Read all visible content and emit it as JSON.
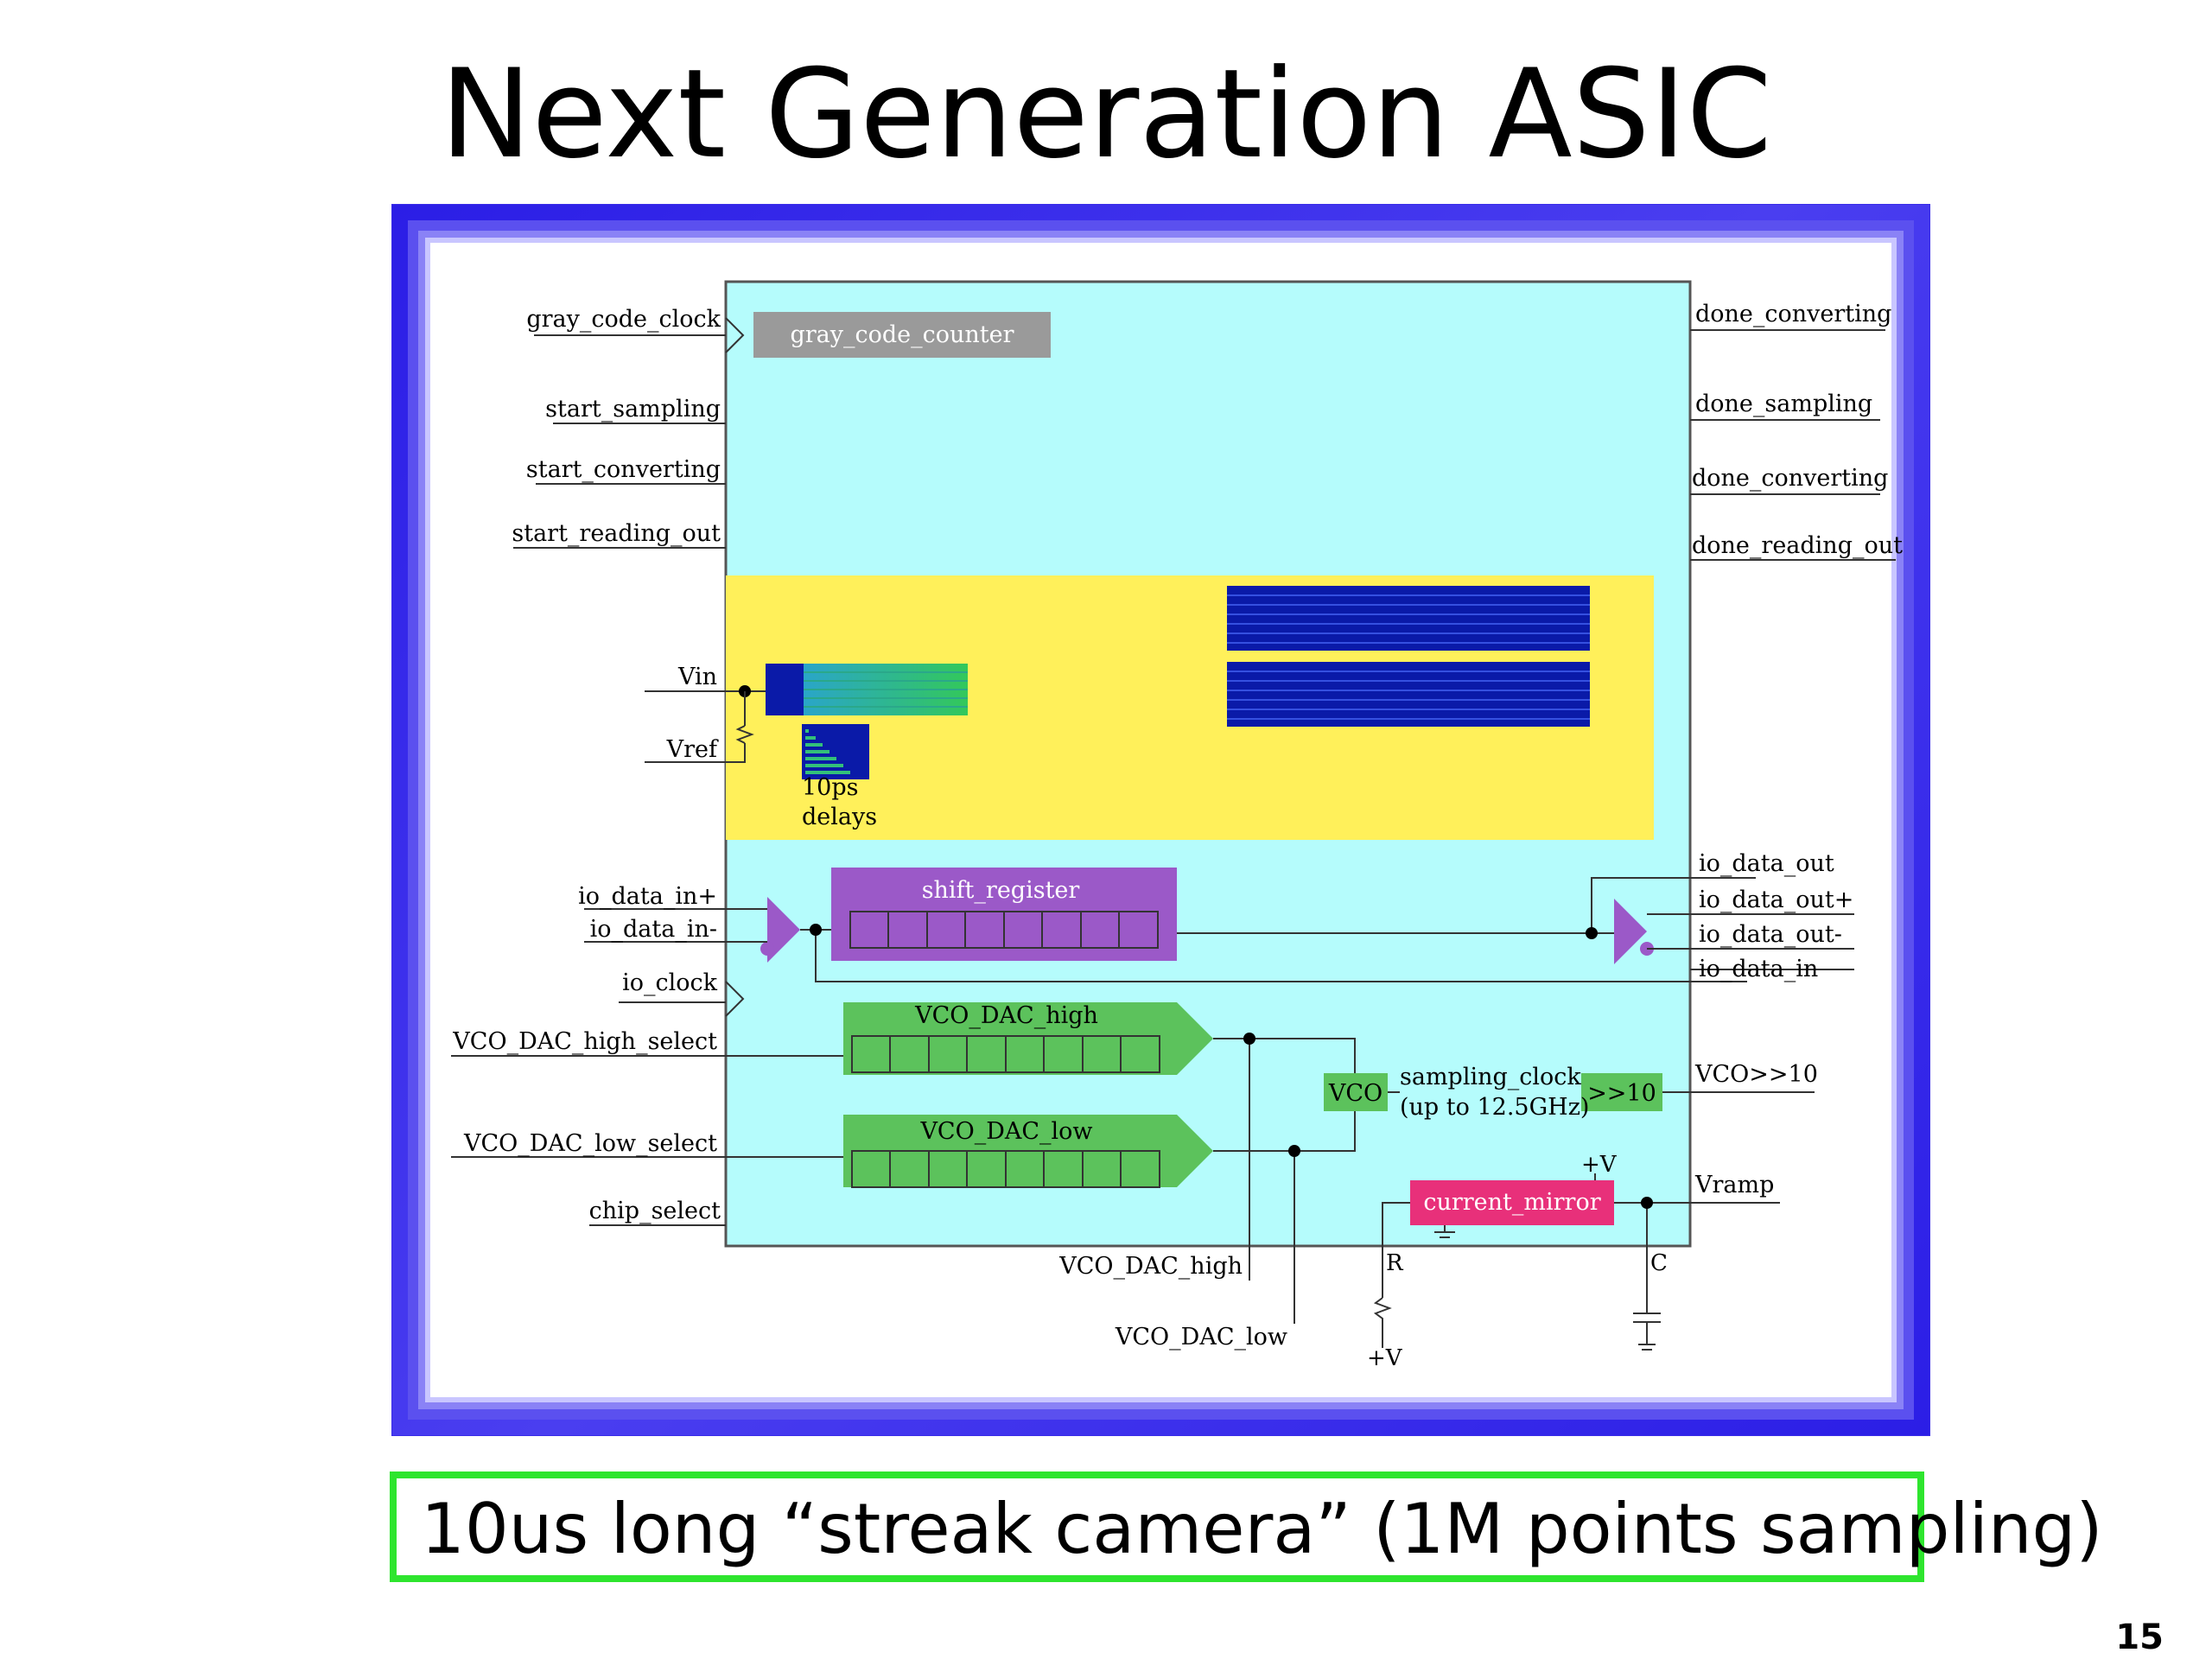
{
  "slide": {
    "title": "Next Generation ASIC",
    "caption": "10us long “streak camera” (1M points sampling)",
    "page_number": "15"
  },
  "diagram": {
    "blocks": {
      "gray_code_counter": "gray_code_counter",
      "shift_register": "shift_register",
      "vco_dac_high": "VCO_DAC_high",
      "vco_dac_low": "VCO_DAC_low",
      "vco": "VCO",
      "divider": ">>10",
      "current_mirror": "current_mirror",
      "delays_line1": "10ps",
      "delays_line2": "delays"
    },
    "left_signals": {
      "gray_code_clock": "gray_code_clock",
      "start_sampling": "start_sampling",
      "start_converting": "start_converting",
      "start_reading_out": "start_reading_out",
      "vin": "Vin",
      "vref": "Vref",
      "io_data_in_plus": "io_data_in+",
      "io_data_in_minus": "io_data_in-",
      "io_clock": "io_clock",
      "vco_dac_high_select": "VCO_DAC_high_select",
      "vco_dac_low_select": "VCO_DAC_low_select",
      "chip_select": "chip_select"
    },
    "right_signals": {
      "done_converting_1": "done_converting",
      "done_sampling": "done_sampling",
      "done_converting_2": "done_converting",
      "done_reading_out": "done_reading_out",
      "io_data_out": "io_data_out",
      "io_data_out_plus": "io_data_out+",
      "io_data_out_minus": "io_data_out-",
      "io_data_in": "io_data_in",
      "vco_div": "VCO>>10",
      "vramp": "Vramp"
    },
    "inner_labels": {
      "sampling_clock": "sampling_clock",
      "sampling_clock_note": "(up to 12.5GHz)",
      "plus_v_top": "+V",
      "r": "R",
      "c": "C",
      "plus_v_bottom": "+V"
    },
    "bottom_signals": {
      "vco_dac_high": "VCO_DAC_high",
      "vco_dac_low": "VCO_DAC_low"
    },
    "colors": {
      "core": "#b5fcfc",
      "analog_region": "#fff05a",
      "storage": "#0a1aa8",
      "register": "#9b59c8",
      "dac": "#5cc25c",
      "current_mirror": "#e8307a",
      "counter": "#9a9a9a",
      "frame": "#2b1ee6",
      "caption_border": "#2ee52e"
    }
  }
}
